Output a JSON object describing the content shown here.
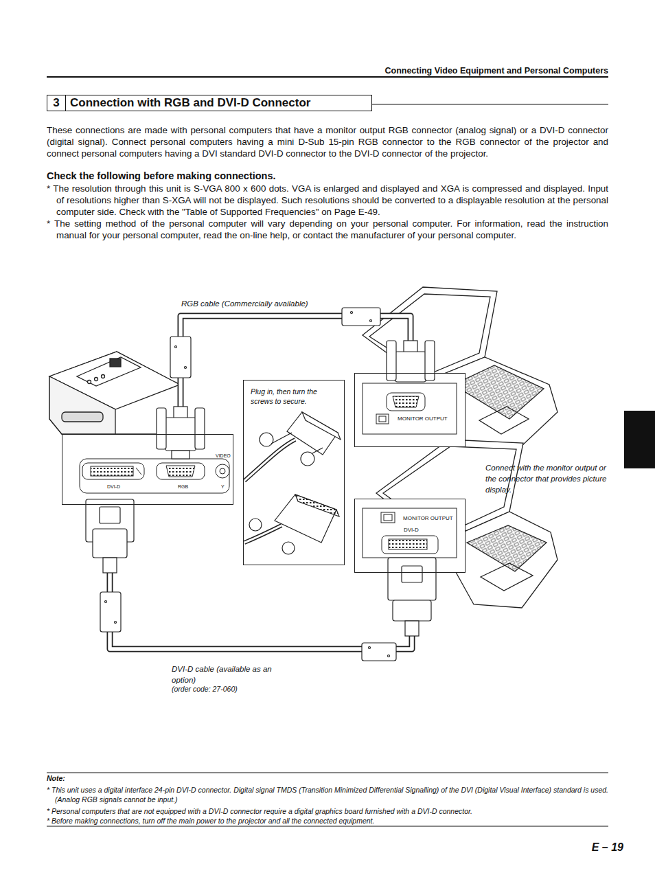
{
  "diagram": {
    "title": "Connection with RGB and DVI-D Connector",
    "nodes": [
      {
        "text": [
          "DVI-D",
          "RGB",
          "VIDEO",
          "Y"
        ]
      },
      {
        "text": [
          "Plug in, then turn the screws to secure."
        ]
      },
      {
        "text": [
          "MONITOR OUTPUT"
        ]
      },
      {
        "text": [
          "MONITOR OUTPUT",
          "DVI-D"
        ]
      }
    ],
    "edges": [
      {
        "from": 0,
        "to": 2,
        "arrow": "none",
        "label": "RGB cable (Commercially available)"
      },
      {
        "from": 0,
        "to": 3,
        "arrow": "none",
        "label": "DVI-D cable (available as an option)"
      }
    ],
    "labels": [
      "Connecting Video Equipment and Personal Computers",
      "3",
      "These connections are made with personal computers that have a monitor output RGB connector (analog signal) or a DVI-D connector (digital signal). Connect personal computers having a mini D-Sub 15-pin RGB connector to the RGB connector of the projector and connect personal computers having a DVI standard DVI-D connector to the DVI-D connector of the projector.",
      "Check the following before making connections.",
      "* The resolution through this unit is S-VGA 800 x 600 dots. VGA is enlarged and displayed and XGA is compressed and displayed. Input of resolutions higher than S-XGA will not be displayed. Such resolutions should be converted to a displayable resolution at the personal computer side. Check with the \"Table of Supported Frequencies\" on Page E-49.",
      "* The setting method of the personal computer will vary depending on your personal computer. For information, read the instruction manual for your personal computer, read the on-line help, or contact the manufacturer of your personal computer.",
      "Connect with the monitor output or the connector that provides picture display.",
      "(order code: 27-060)",
      "Note:",
      "* This unit uses a digital interface 24-pin DVI-D connector. Digital signal TMDS (Transition Minimized Differential Signalling) of the DVI (Digital Visual Interface) standard is used. (Analog RGB signals cannot be input.)",
      "* Personal computers that are not equipped with a DVI-D connector require a digital graphics board furnished with a DVI-D connector.",
      "* Before making connections, turn off the main power to the projector and all the connected equipment.",
      "E – 19"
    ]
  }
}
